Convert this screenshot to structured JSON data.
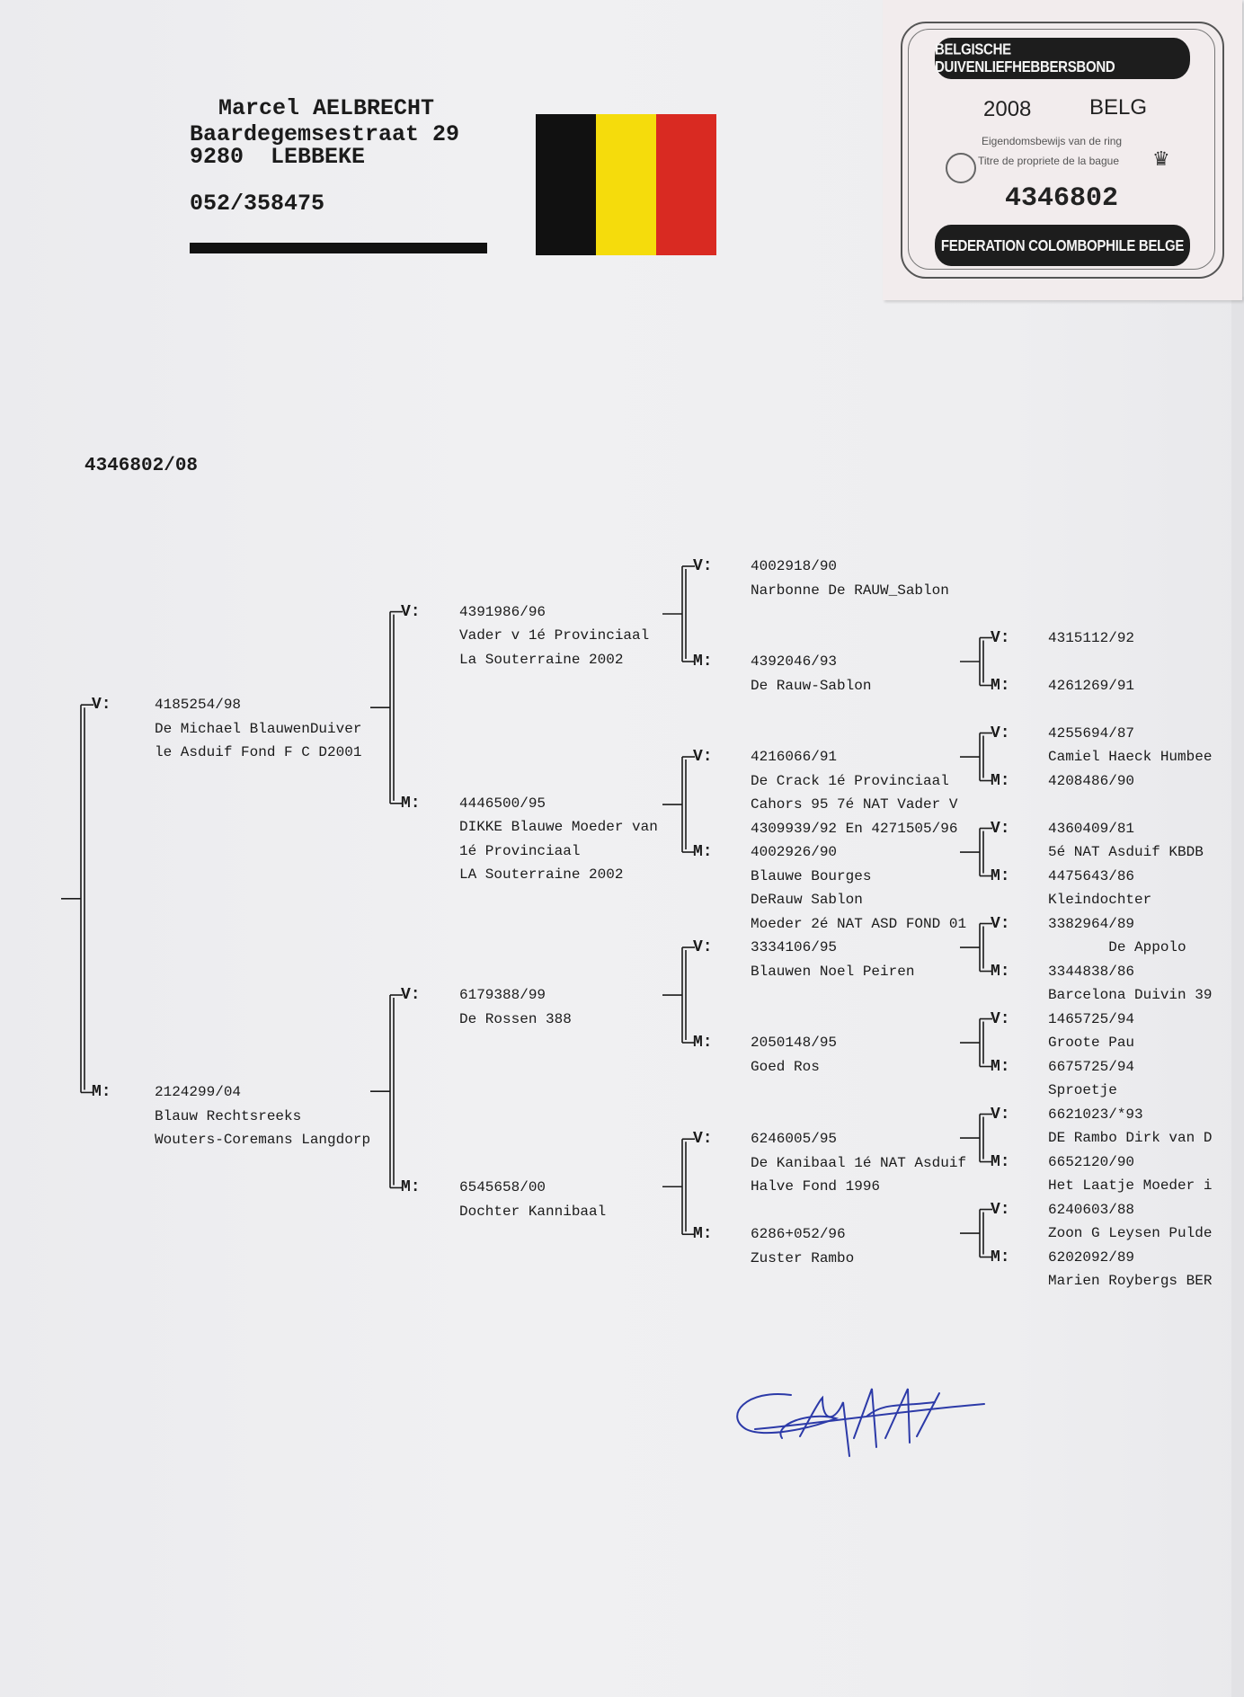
{
  "owner": {
    "name": "Marcel AELBRECHT",
    "street": "Baardegemsestraat 29",
    "city": "9280  LEBBEKE",
    "phone": "052/358475"
  },
  "flag": {
    "colors": [
      "#111111",
      "#f5dc0c",
      "#d92a22"
    ]
  },
  "ring_card": {
    "top_band": "BELGISCHE DUIVENLIEFHEBBERSBOND",
    "year": "2008",
    "country": "BELG",
    "line_nl": "Eigendomsbewijs van de ring",
    "line_fr": "Titre de propriete de la bague",
    "ring_number": "4346802",
    "bottom_band": "FEDERATION COLOMBOPHILE BELGE"
  },
  "pigeon_id": "4346802/08",
  "pedigree": {
    "col1": [
      {
        "label": "V:",
        "lines": [
          "4185254/98",
          "De Michael BlauwenDuiver",
          "le Asduif Fond F C D2001"
        ]
      },
      {
        "label": "M:",
        "lines": [
          "2124299/04",
          "Blauw Rechtsreeks",
          "Wouters-Coremans Langdorp"
        ]
      }
    ],
    "col2": [
      {
        "label": "V:",
        "lines": [
          "4391986/96",
          "Vader v 1é Provinciaal",
          "La Souterraine 2002"
        ]
      },
      {
        "label": "M:",
        "lines": [
          "4446500/95",
          "DIKKE Blauwe Moeder van",
          "1é Provinciaal",
          "LA Souterraine 2002"
        ]
      },
      {
        "label": "V:",
        "lines": [
          "6179388/99",
          "De Rossen 388"
        ]
      },
      {
        "label": "M:",
        "lines": [
          "6545658/00",
          "Dochter Kannibaal"
        ]
      }
    ],
    "col3": [
      {
        "label": "V:",
        "lines": [
          "4002918/90",
          "Narbonne De RAUW_Sablon"
        ]
      },
      {
        "label": "M:",
        "lines": [
          "4392046/93",
          "De Rauw-Sablon"
        ]
      },
      {
        "label": "V:",
        "lines": [
          "4216066/91",
          "De Crack 1é Provinciaal",
          "Cahors 95 7é NAT Vader V",
          "4309939/92 En 4271505/96"
        ]
      },
      {
        "label": "M:",
        "lines": [
          "4002926/90",
          "Blauwe Bourges",
          "DeRauw Sablon",
          "Moeder 2é NAT ASD FOND 01"
        ]
      },
      {
        "label": "V:",
        "lines": [
          "3334106/95",
          "Blauwen Noel Peiren"
        ]
      },
      {
        "label": "M:",
        "lines": [
          "2050148/95",
          "Goed Ros"
        ]
      },
      {
        "label": "V:",
        "lines": [
          "6246005/95",
          "De Kanibaal 1é NAT Asduif",
          "Halve Fond 1996"
        ]
      },
      {
        "label": "M:",
        "lines": [
          "6286+052/96",
          "Zuster Rambo"
        ]
      }
    ],
    "col4": [
      {
        "label": "V:",
        "lines": [
          "4315112/92"
        ]
      },
      {
        "label": "M:",
        "lines": [
          "4261269/91"
        ]
      },
      {
        "label": "V:",
        "lines": [
          "4255694/87",
          "Camiel Haeck Humbee"
        ]
      },
      {
        "label": "M:",
        "lines": [
          "4208486/90"
        ]
      },
      {
        "label": "V:",
        "lines": [
          "4360409/81",
          "5é NAT Asduif KBDB"
        ]
      },
      {
        "label": "M:",
        "lines": [
          "4475643/86",
          "Kleindochter"
        ]
      },
      {
        "label": "V:",
        "lines": [
          "3382964/89",
          "       De Appolo"
        ]
      },
      {
        "label": "M:",
        "lines": [
          "3344838/86",
          "Barcelona Duivin 39"
        ]
      },
      {
        "label": "V:",
        "lines": [
          "1465725/94",
          "Groote Pau"
        ]
      },
      {
        "label": "M:",
        "lines": [
          "6675725/94",
          "Sproetje"
        ]
      },
      {
        "label": "V:",
        "lines": [
          "6621023/*93",
          "DE Rambo Dirk van D"
        ]
      },
      {
        "label": "M:",
        "lines": [
          "6652120/90",
          "Het Laatje Moeder i"
        ]
      },
      {
        "label": "V:",
        "lines": [
          "6240603/88",
          "Zoon G Leysen Pulde"
        ]
      },
      {
        "label": "M:",
        "lines": [
          "6202092/89",
          "Marien Roybergs BER"
        ]
      }
    ]
  }
}
